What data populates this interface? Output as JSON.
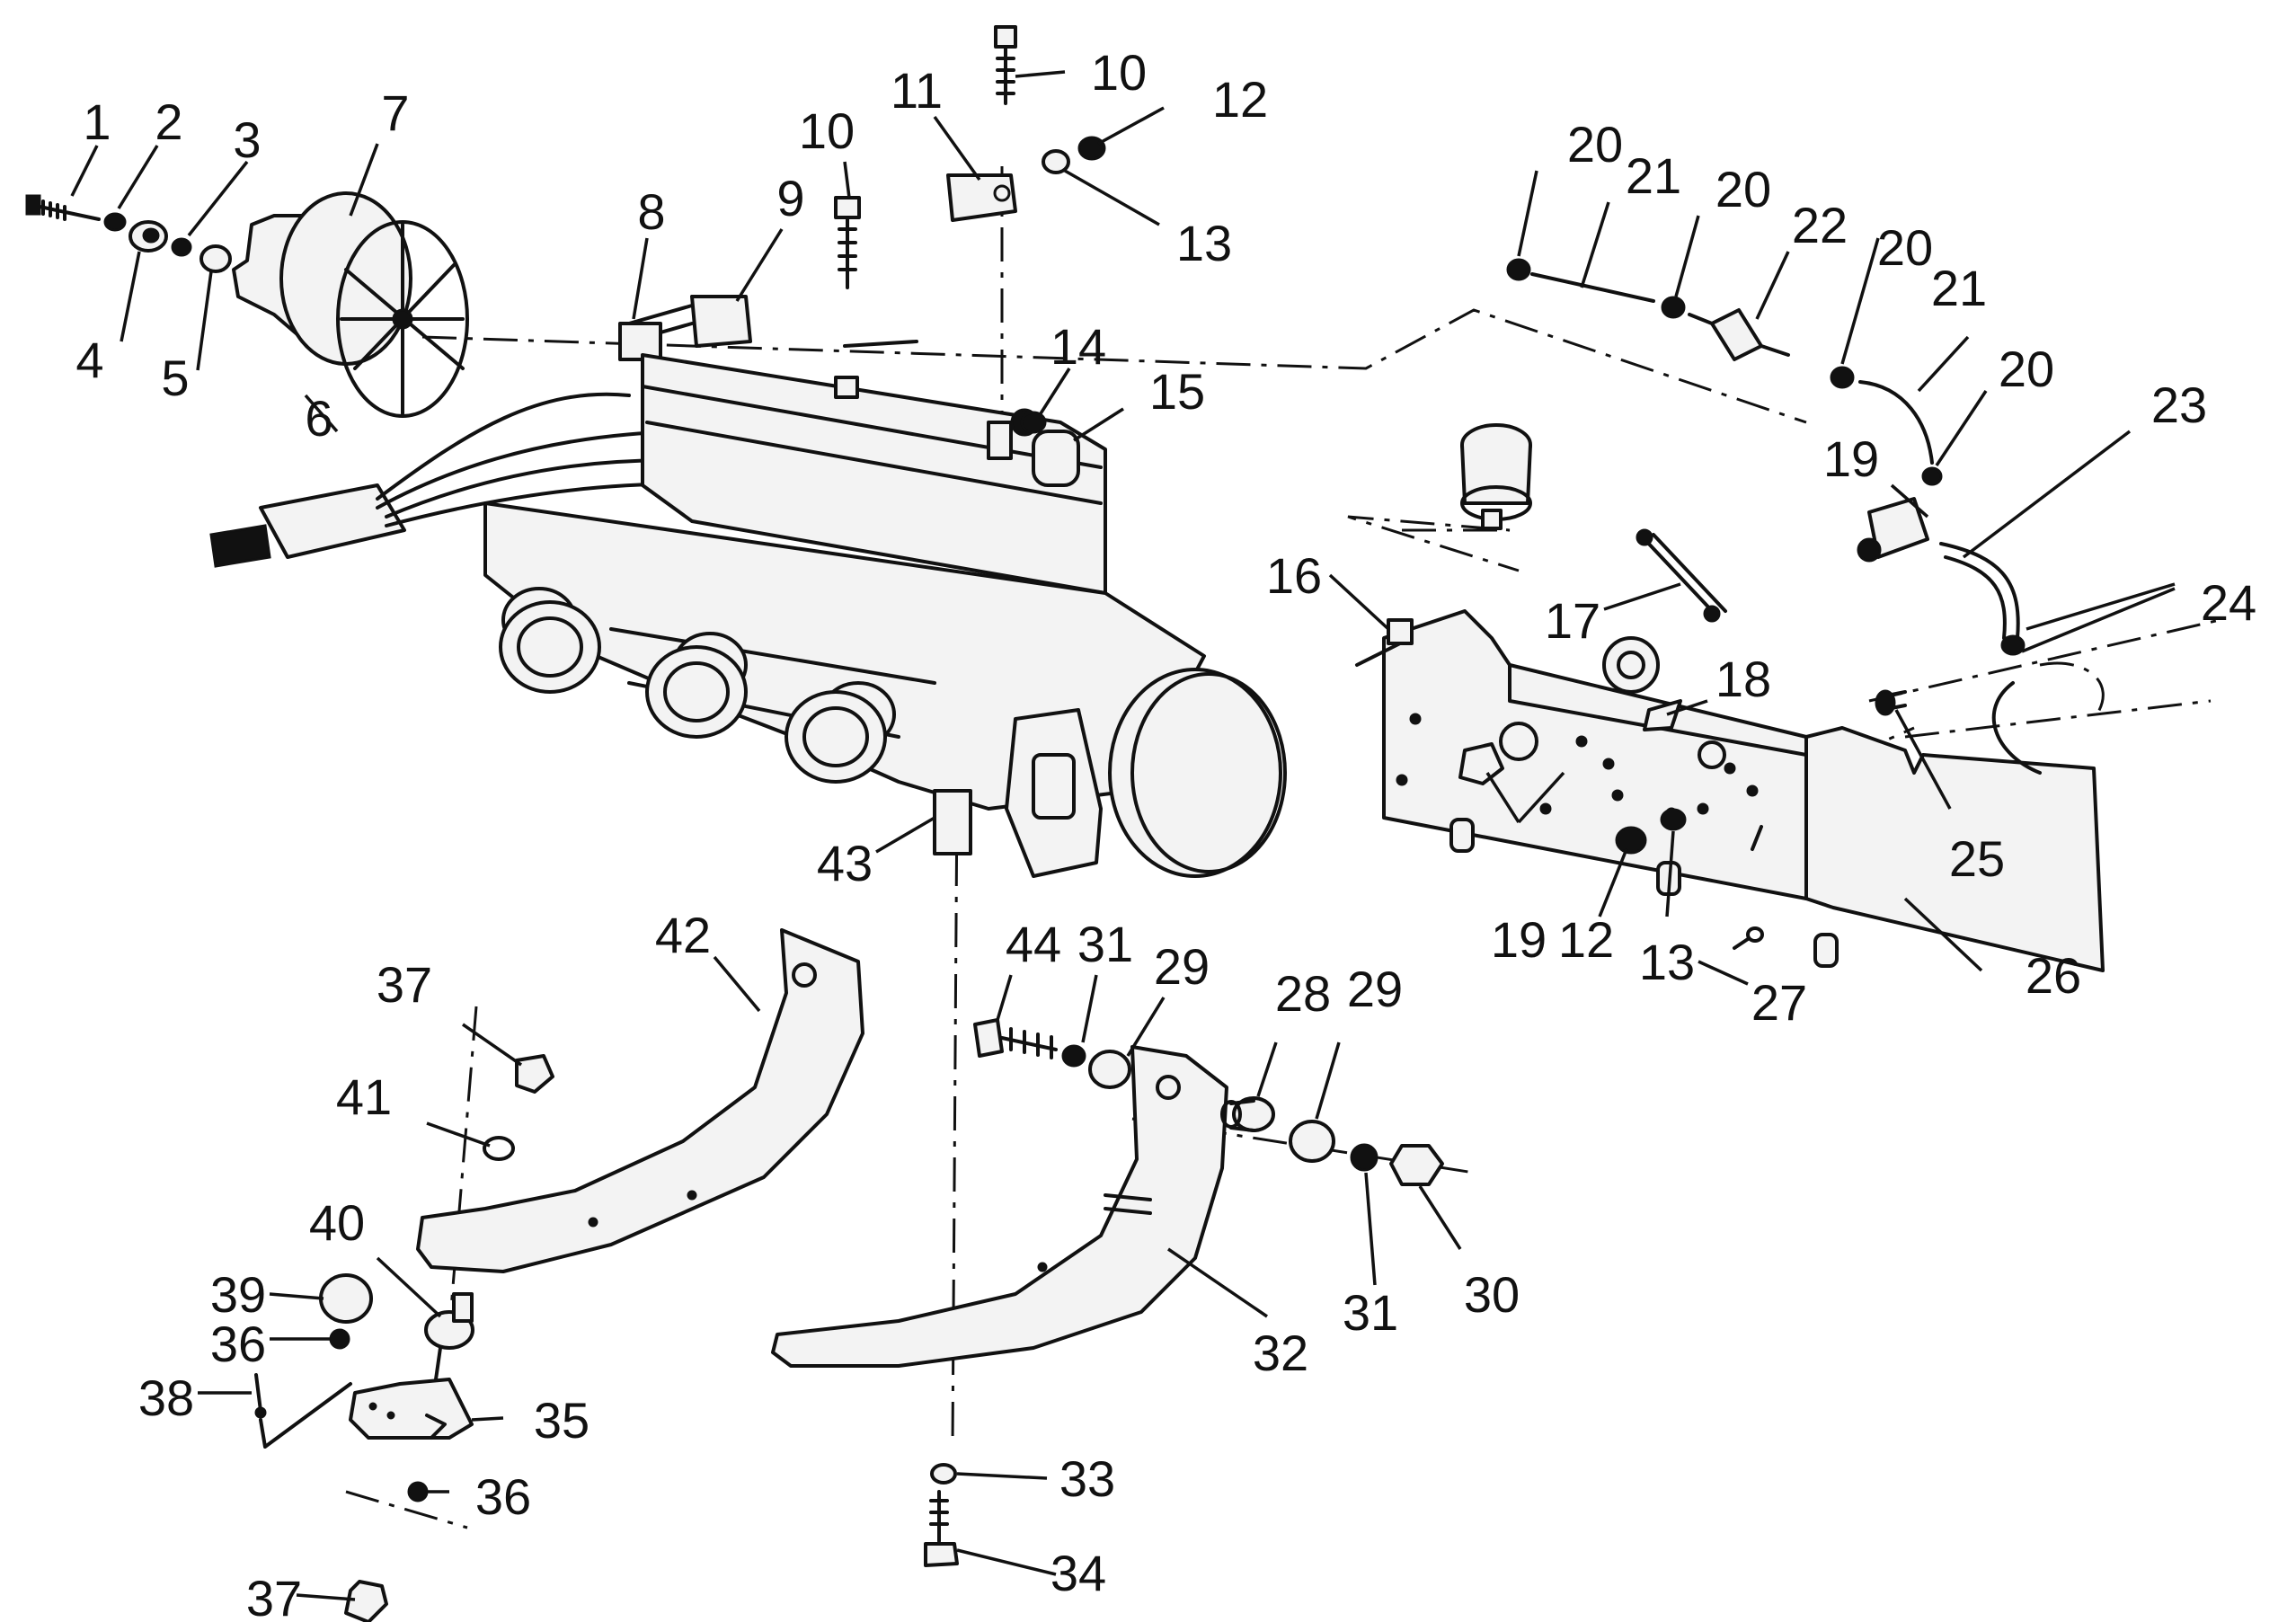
{
  "callouts": [
    {
      "text": "1"
    },
    {
      "text": "2"
    },
    {
      "text": "3"
    },
    {
      "text": "4"
    },
    {
      "text": "5"
    },
    {
      "text": "6"
    },
    {
      "text": "7"
    },
    {
      "text": "8"
    },
    {
      "text": "9"
    },
    {
      "text": "10"
    },
    {
      "text": "10"
    },
    {
      "text": "11"
    },
    {
      "text": "12"
    },
    {
      "text": "13"
    },
    {
      "text": "14"
    },
    {
      "text": "15"
    },
    {
      "text": "16"
    },
    {
      "text": "17"
    },
    {
      "text": "18"
    },
    {
      "text": "19"
    },
    {
      "text": "19"
    },
    {
      "text": "20"
    },
    {
      "text": "21"
    },
    {
      "text": "20"
    },
    {
      "text": "22"
    },
    {
      "text": "20"
    },
    {
      "text": "21"
    },
    {
      "text": "20"
    },
    {
      "text": "23"
    },
    {
      "text": "24"
    },
    {
      "text": "25"
    },
    {
      "text": "26"
    },
    {
      "text": "27"
    },
    {
      "text": "13"
    },
    {
      "text": "12"
    },
    {
      "text": "28"
    },
    {
      "text": "29"
    },
    {
      "text": "29"
    },
    {
      "text": "31"
    },
    {
      "text": "31"
    },
    {
      "text": "30"
    },
    {
      "text": "44"
    },
    {
      "text": "42"
    },
    {
      "text": "43"
    },
    {
      "text": "32"
    },
    {
      "text": "33"
    },
    {
      "text": "34"
    },
    {
      "text": "37"
    },
    {
      "text": "41"
    },
    {
      "text": "40"
    },
    {
      "text": "39"
    },
    {
      "text": "36"
    },
    {
      "text": "38"
    },
    {
      "text": "35"
    },
    {
      "text": "36"
    },
    {
      "text": "37"
    }
  ]
}
